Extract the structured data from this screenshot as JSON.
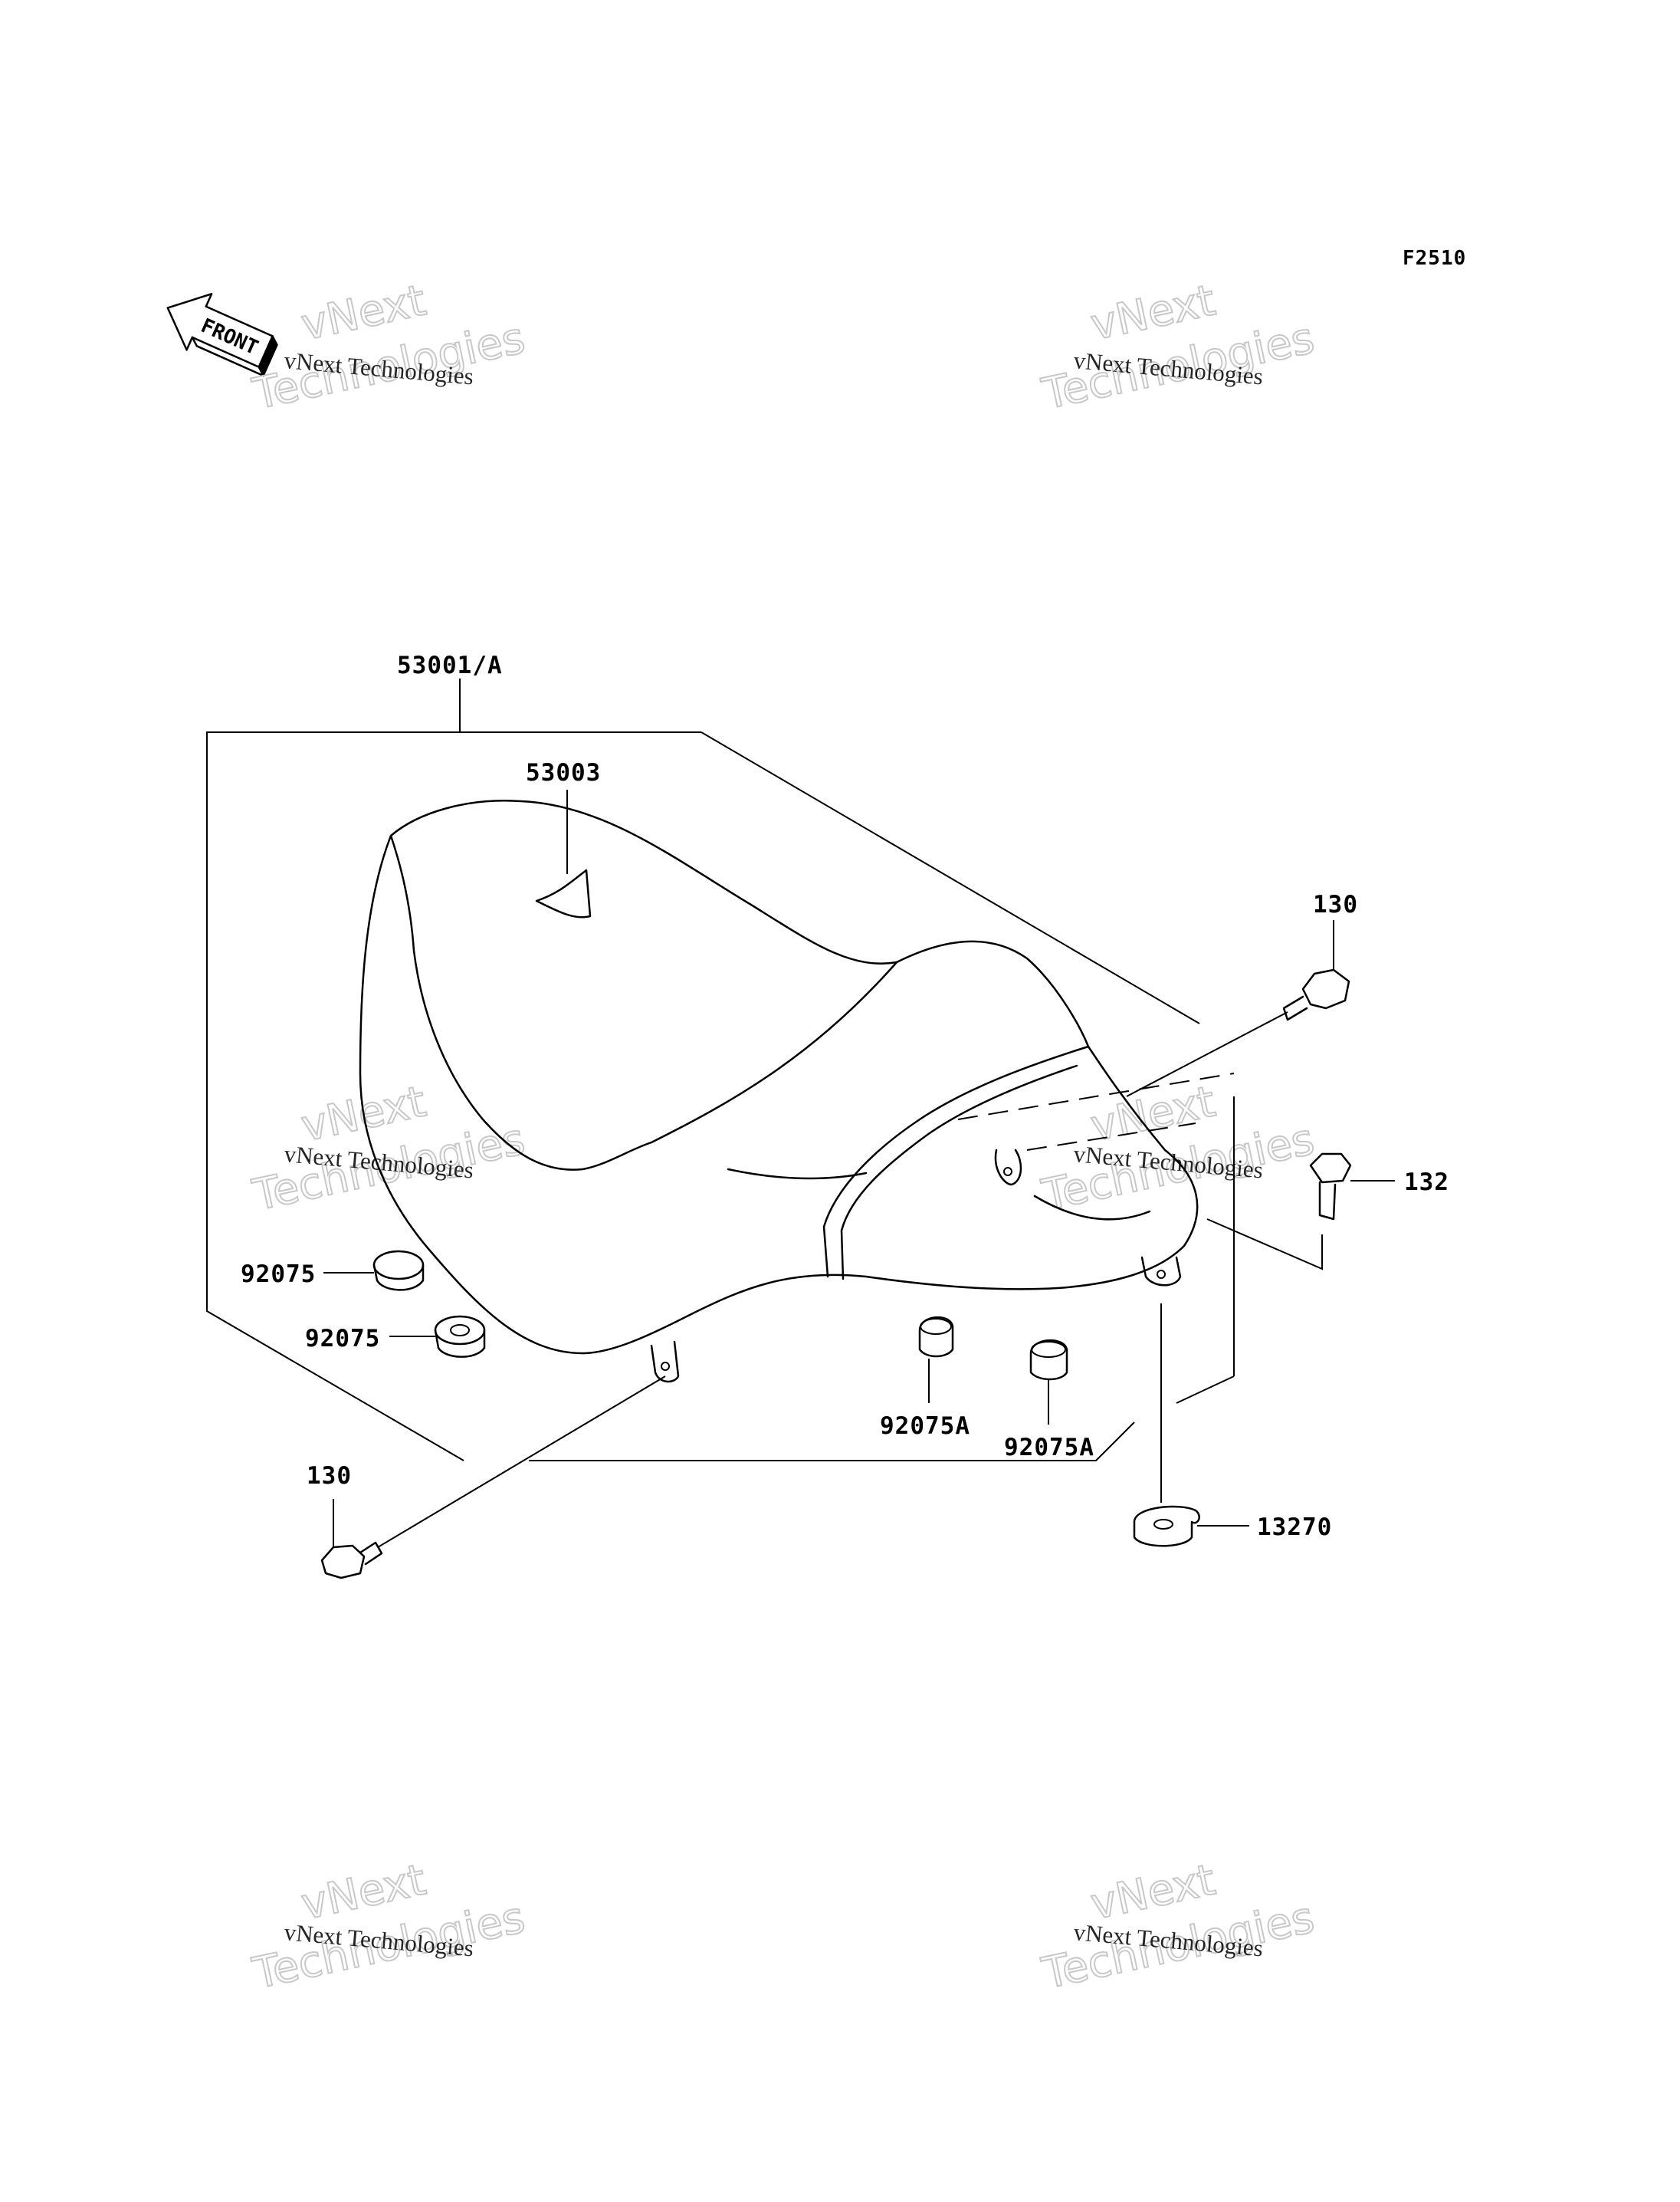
{
  "figure_ref": "F2510",
  "front_marker": "FRONT",
  "watermark": {
    "line1": "vNext Technologies",
    "big_top": "vNext",
    "big_bottom": "Technologies"
  },
  "callouts": {
    "seat_assy": "53001/A",
    "label": "53003",
    "bolt_right": "130",
    "bolt_left": "130",
    "bolt_132": "132",
    "damper_1": "92075",
    "damper_2": "92075",
    "damper_a1": "92075A",
    "damper_a2": "92075A",
    "nut": "13270"
  }
}
